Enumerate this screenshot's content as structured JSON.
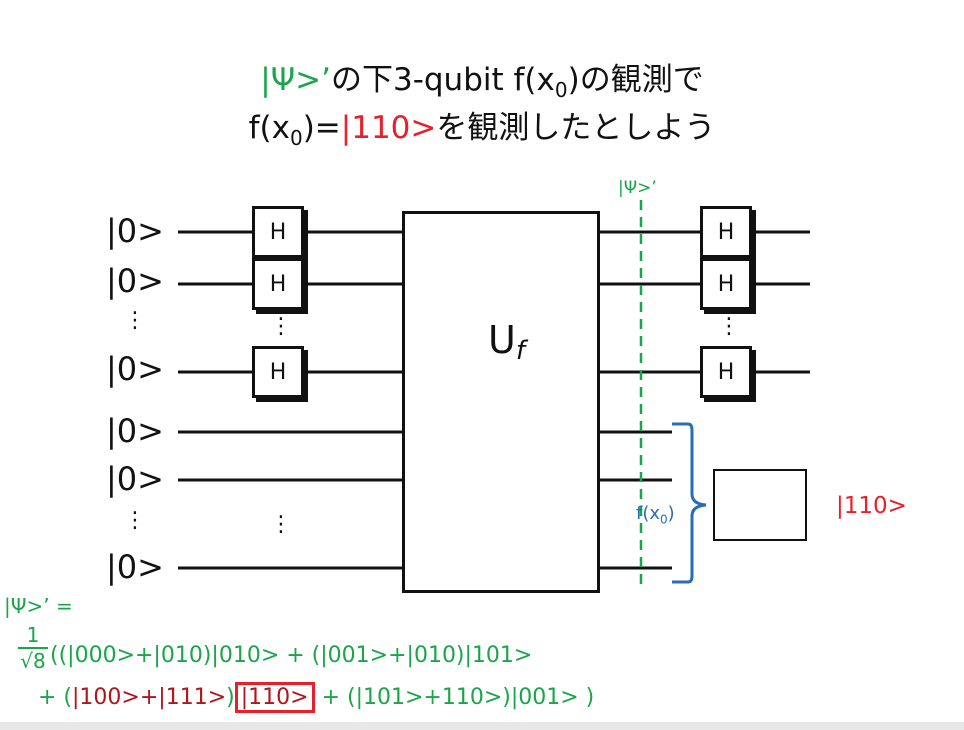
{
  "title": {
    "line1_a": "|Ψ>’",
    "line1_b": "の下3-qubit f(x",
    "line1_sub": "0",
    "line1_c": ")の観測で",
    "line2_a": "f(x",
    "line2_sub": "0",
    "line2_b": ")=",
    "line2_c": "|110>",
    "line2_d": "を観測したとしよう"
  },
  "inputs": [
    "|0>",
    "|0>",
    "|0>",
    "|0>",
    "|0>",
    "|0>"
  ],
  "vdots": "⋮",
  "gate_label": "H",
  "oracle": {
    "label": "U",
    "sub": "f"
  },
  "psi_marker": "|Ψ>’",
  "fx0": {
    "label": "f(x",
    "sub": "0",
    "close": ")"
  },
  "measured": "|110>",
  "state": {
    "lhs": "|Ψ>’ =",
    "num": "1",
    "den": "√8",
    "line1": "((|000>+|010)|010> + (|001>+|010)|101>",
    "line2_a": "+ (",
    "line2_b": "|100>+|111>",
    "line2_c": ")",
    "line2_box": "|110>",
    "line2_d": "+ (|101>+110>)|001>  )"
  },
  "colors": {
    "green": "#1aa54a",
    "red": "#e8202a",
    "blue": "#2a6db5"
  }
}
